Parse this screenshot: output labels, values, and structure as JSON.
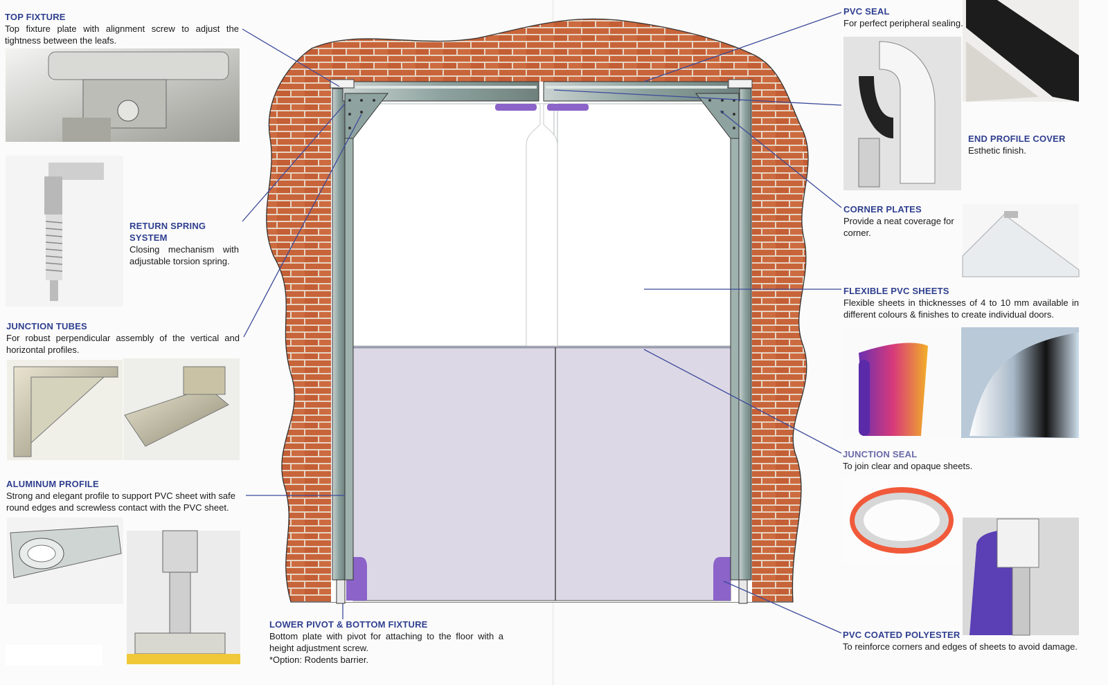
{
  "labels": {
    "top_fixture": {
      "title": "TOP FIXTURE",
      "desc": "Top fixture plate with alignment screw to adjust the tightness between the leafs."
    },
    "return_spring": {
      "title": "RETURN SPRING SYSTEM",
      "desc": "Closing mechanism with adjustable torsion spring."
    },
    "junction_tubes": {
      "title": "JUNCTION TUBES",
      "desc": "For robust perpendicular assembly of the vertical and horizontal profiles."
    },
    "aluminum_profile": {
      "title": "ALUMINUM PROFILE",
      "desc": "Strong and elegant profile to support PVC sheet with safe round edges and screwless contact with the PVC sheet."
    },
    "lower_pivot": {
      "title": "LOWER PIVOT & BOTTOM FIXTURE",
      "desc": "Bottom plate with pivot for attaching to the floor with a height adjustment screw.",
      "option": "*Option: Rodents barrier."
    },
    "pvc_seal": {
      "title": "PVC SEAL",
      "desc": "For perfect peripheral sealing."
    },
    "end_profile_cover": {
      "title": "END PROFILE COVER",
      "desc": "Esthetic finish."
    },
    "corner_plates": {
      "title": "CORNER PLATES",
      "desc": "Provide a neat coverage for corner."
    },
    "flexible_sheets": {
      "title": "FLEXIBLE PVC SHEETS",
      "desc": "Flexible sheets in thicknesses of 4 to 10 mm available in different colours & finishes to create individual doors."
    },
    "junction_seal": {
      "title": "JUNCTION SEAL",
      "desc": "To join clear and opaque sheets."
    },
    "pvc_coated": {
      "title": "PVC COATED POLYESTER",
      "desc": "To reinforce corners and edges of sheets to avoid damage."
    }
  },
  "colors": {
    "brick": "#c8643a",
    "mortar": "#e9d6c4",
    "frame": "#8fa5a0",
    "sheet_opaque": "#ddd8e6",
    "accent_purple": "#8b63c9",
    "callout": "#3b4a9a"
  },
  "icons": [
    "brick-wall",
    "door-frame",
    "photo-hardware"
  ]
}
